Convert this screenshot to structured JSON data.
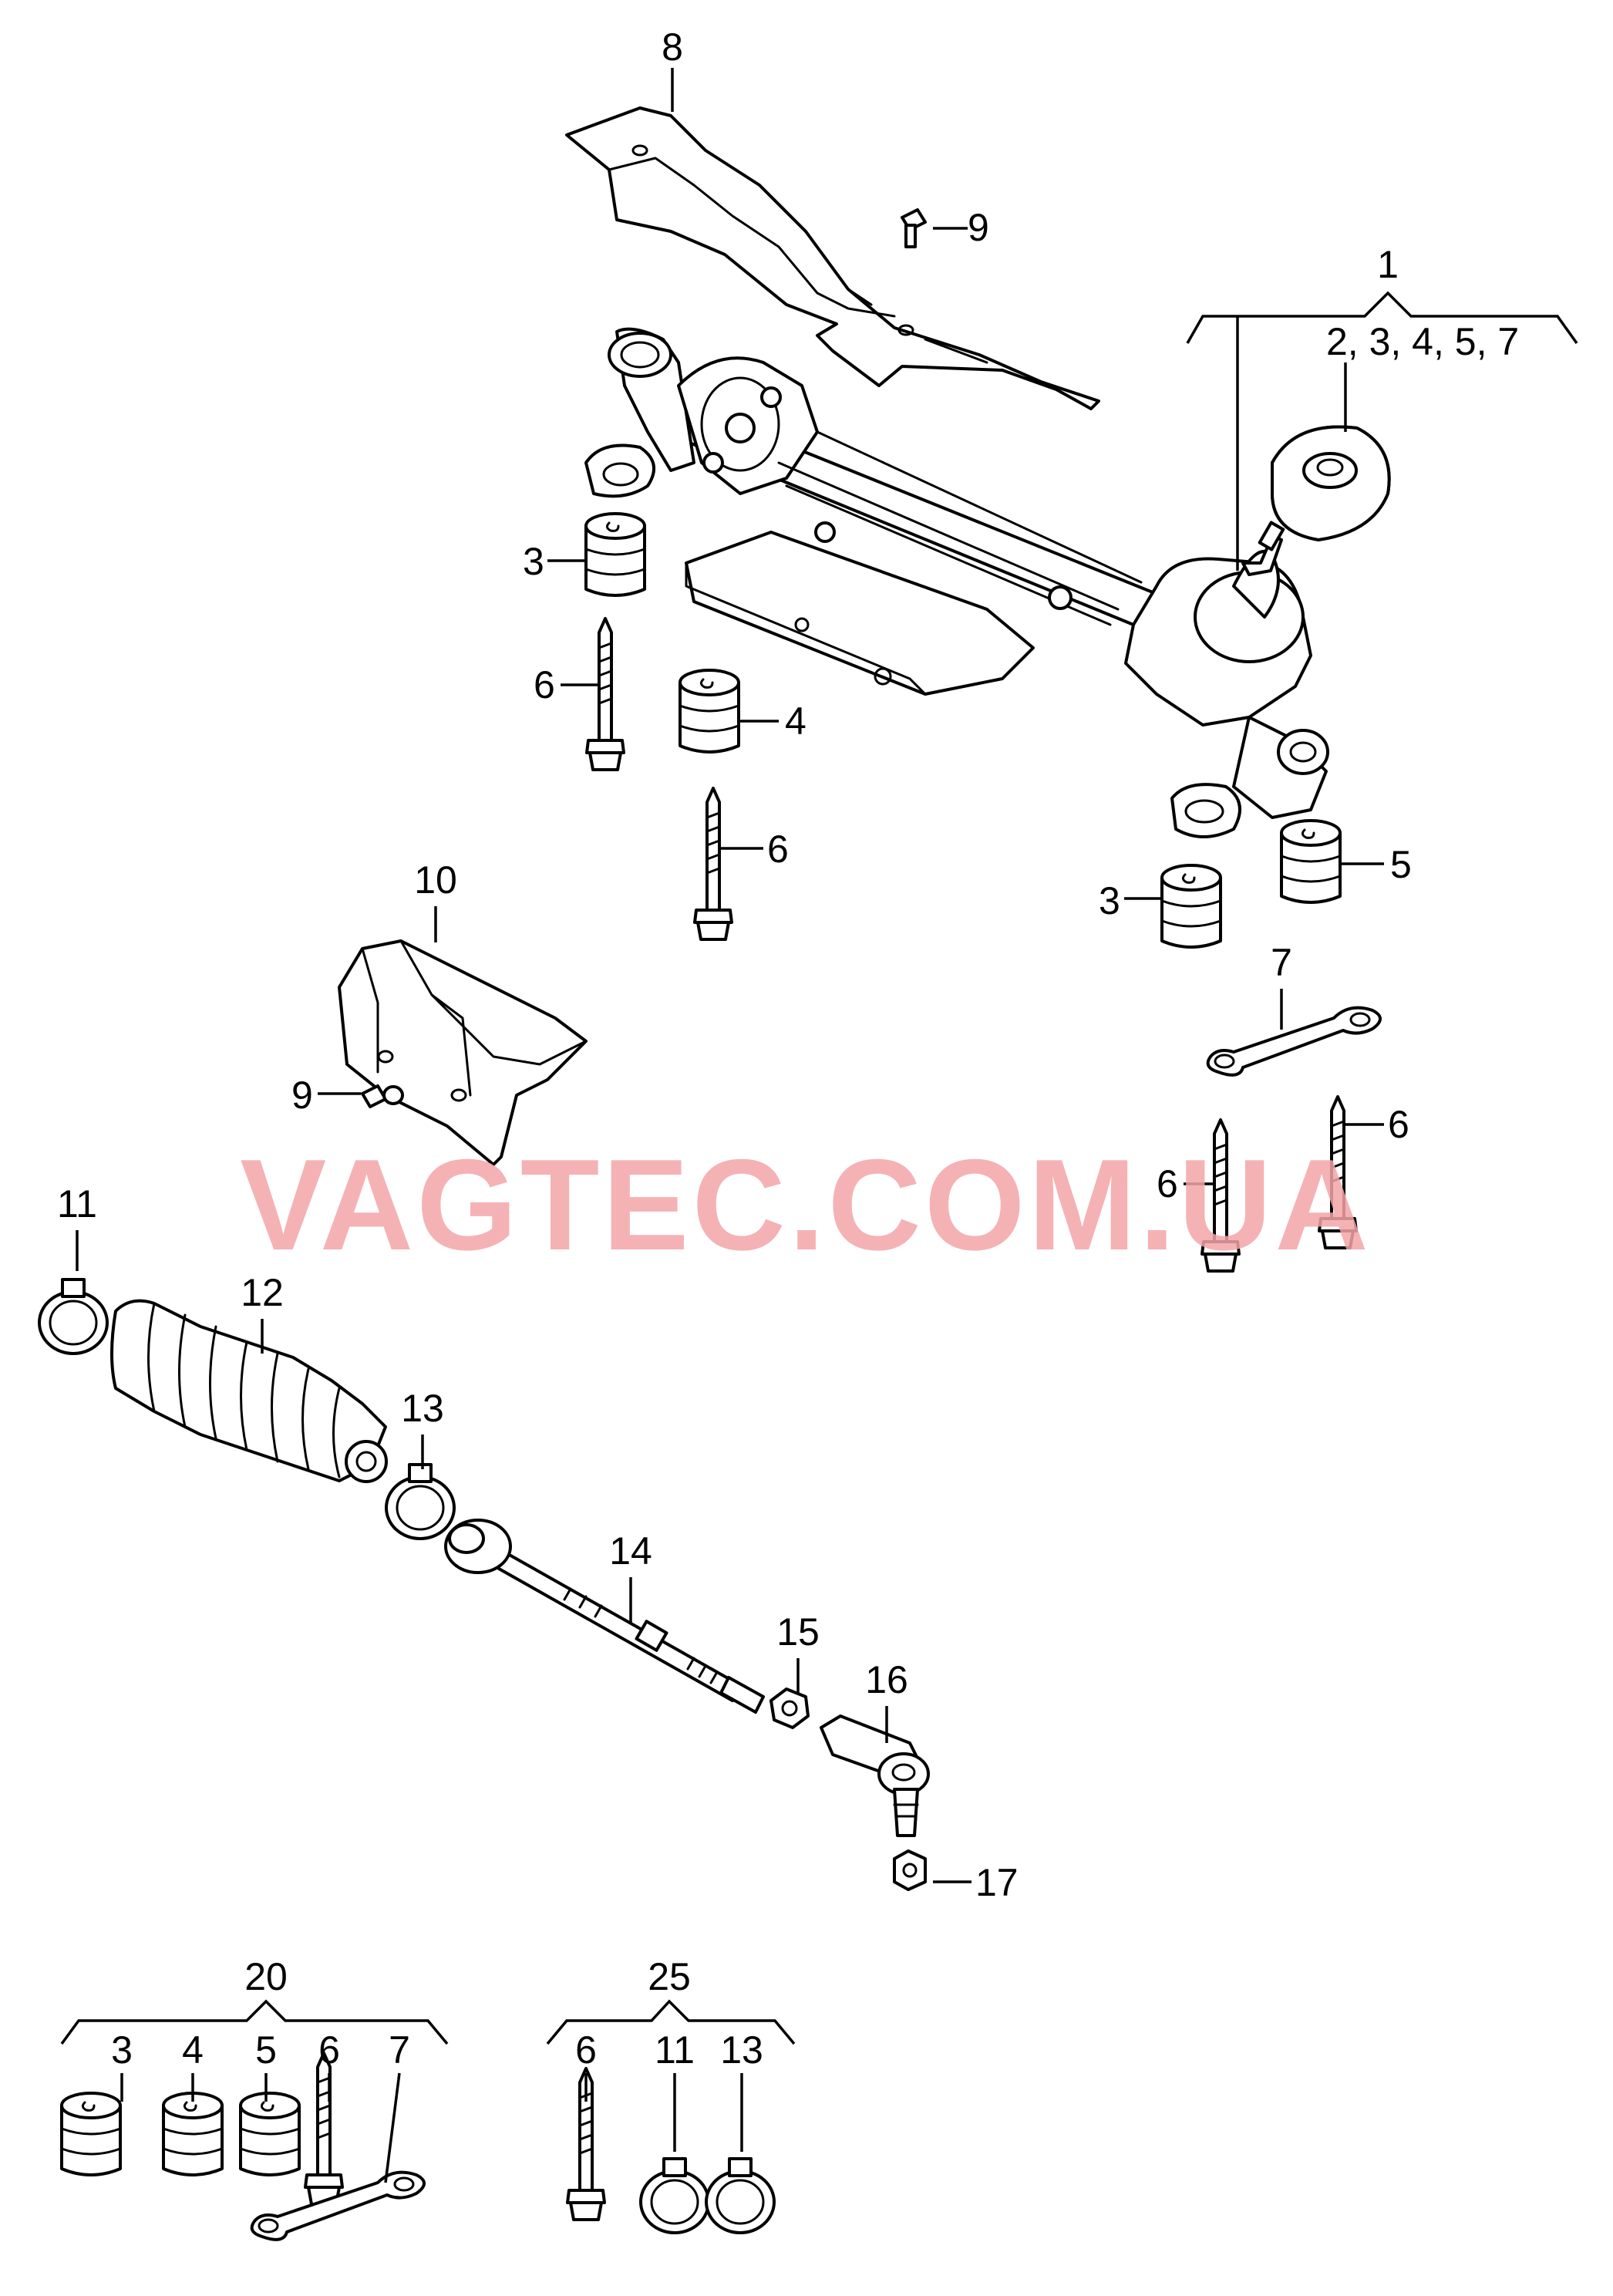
{
  "watermark": "VAGTEC.COM.UA",
  "labels": {
    "l1": "1",
    "l2": "2, 3, 4, 5, 7",
    "l3a": "3",
    "l3b": "3",
    "l4": "4",
    "l5": "5",
    "l6a": "6",
    "l6b": "6",
    "l6c": "6",
    "l6d": "6",
    "l7": "7",
    "l8": "8",
    "l9a": "9",
    "l9b": "9",
    "l10": "10",
    "l11": "11",
    "l12": "12",
    "l13": "13",
    "l14": "14",
    "l15": "15",
    "l16": "16",
    "l17": "17"
  },
  "kit20": {
    "title": "20",
    "items": [
      "3",
      "4",
      "5",
      "6",
      "7"
    ]
  },
  "kit25": {
    "title": "25",
    "items": [
      "6",
      "11",
      "13"
    ]
  }
}
